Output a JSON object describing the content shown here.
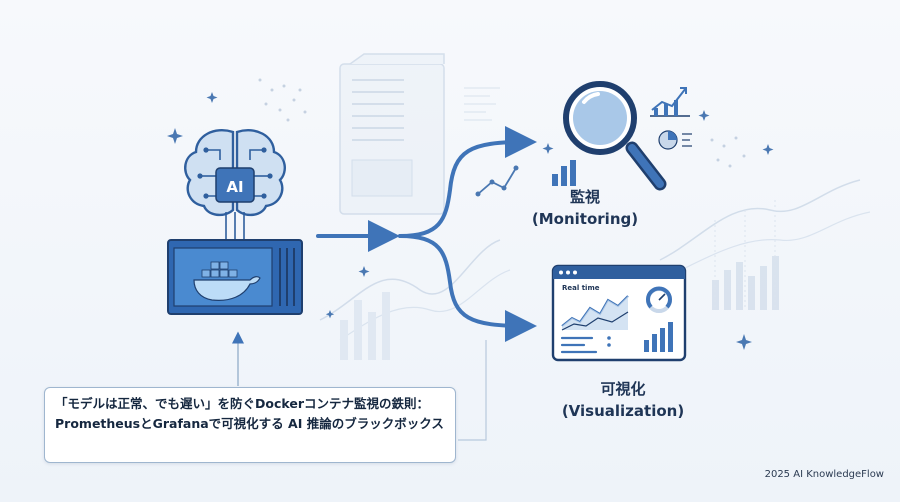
{
  "ai_badge": "AI",
  "monitoring": {
    "ja": "監視",
    "en": "(Monitoring)"
  },
  "visualization": {
    "ja": "可視化",
    "en": "(Visualization)"
  },
  "dashboard": {
    "heading": "Real time"
  },
  "title": "「モデルは正常、でも遅い」を防ぐDockerコンテナ監視の鉄則：PrometheusとGrafanaで可視化する AI 推論のブラックボックス",
  "credit": "2025 AI KnowledgeFlow",
  "colors": {
    "primary": "#3f74b8",
    "dark": "#1f3556",
    "light": "#c9d8ea"
  }
}
